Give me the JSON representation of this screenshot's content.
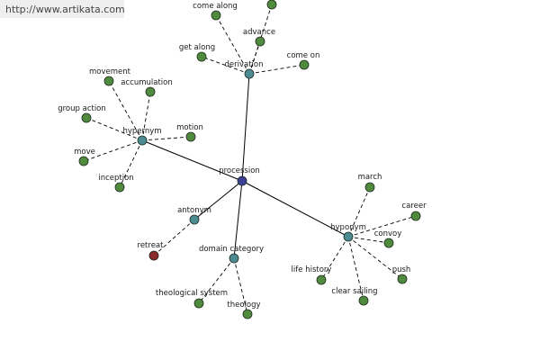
{
  "watermark": "http://www.artikata.com",
  "colors": {
    "center": "#3b3f96",
    "relation": "#4d8b92",
    "leaf": "#4f8a3d",
    "antonym_leaf": "#8a2a2a",
    "edge": "#000000",
    "dashed_edge": "#000000"
  },
  "graph": {
    "center": {
      "id": "procession",
      "label": "procession"
    },
    "relations": [
      {
        "id": "derivation",
        "label": "derivation",
        "children": [
          "come along",
          "advance",
          "get along",
          "come on",
          ""
        ]
      },
      {
        "id": "hypernym",
        "label": "hypernym",
        "children": [
          "movement",
          "accumulation",
          "group action",
          "motion",
          "move",
          "inception"
        ]
      },
      {
        "id": "antonym",
        "label": "antonym",
        "children": [
          "retreat"
        ]
      },
      {
        "id": "domain-category",
        "label": "domain category",
        "children": [
          "theological system",
          "theology"
        ]
      },
      {
        "id": "hyponym",
        "label": "hyponym",
        "children": [
          "march",
          "career",
          "convoy",
          "life history",
          "push",
          "clear sailing"
        ]
      }
    ]
  }
}
